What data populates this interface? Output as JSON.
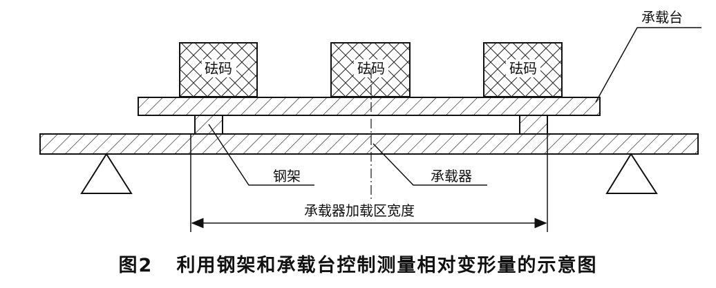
{
  "labels": {
    "platform": "承载台",
    "weight_1": "砝码",
    "weight_2": "砝码",
    "weight_3": "砝码",
    "steel_frame": "钢架",
    "carrier": "承载器",
    "loading_width": "承载器加载区宽度"
  },
  "caption": {
    "figure_number": "图2",
    "text": "利用钢架和承载台控制测量相对变形量的示意图"
  }
}
